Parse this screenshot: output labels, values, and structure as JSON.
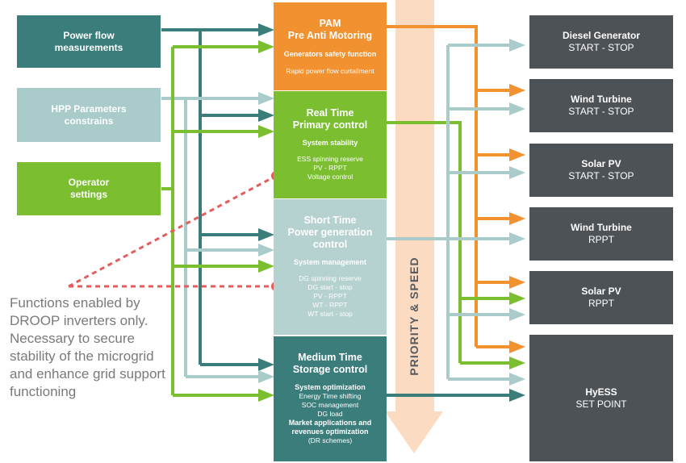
{
  "inputs": {
    "power_flow": "Power flow\nmeasurements",
    "hpp": "HPP Parameters\nconstrains",
    "operator": "Operator\nsettings"
  },
  "controls": {
    "pam": {
      "title": "PAM\nPre Anti Motoring",
      "sub": "Generators safety function",
      "details": "Rapid power flow curtailment"
    },
    "realtime": {
      "title": "Real Time\nPrimary control",
      "sub": "System stability",
      "details": "ESS spinning reserve\nPV - RPPT\nVoltage control"
    },
    "shorttime": {
      "title": "Short Time\nPower generation\ncontrol",
      "sub": "System management",
      "details": "DG spinning reserve\nDG start - stop\nPV - RPPT\nWT - RPPT\nWT start - stop"
    },
    "mediumtime": {
      "title": "Medium Time\nStorage control",
      "sub": "System optimization",
      "details": "Energy Time shifting\nSOC management\nDG load",
      "sub2": "Market applications and\nrevenues optimization",
      "details2": "(DR schemes)"
    }
  },
  "outputs": {
    "diesel": {
      "title": "Diesel Generator",
      "sub": "START - STOP"
    },
    "wind_ss": {
      "title": "Wind Turbine",
      "sub": "START - STOP"
    },
    "solar_ss": {
      "title": "Solar PV",
      "sub": "START - STOP"
    },
    "wind_rppt": {
      "title": "Wind Turbine",
      "sub": "RPPT"
    },
    "solar_rppt": {
      "title": "Solar PV",
      "sub": "RPPT"
    },
    "hyess": {
      "title": "HyESS",
      "sub": "SET POINT"
    }
  },
  "priority_label": "PRIORITY & SPEED",
  "note": "Functions enabled by DROOP inverters only. Necessary to secure stability of the microgrid and enhance grid support functioning",
  "colors": {
    "teal": "#3a7d7b",
    "light_teal": "#a9cccb",
    "green": "#7bbf31",
    "orange": "#f29130",
    "control_green": "#7bbf31",
    "control_grey": "#b5d1d0",
    "output_grey": "#4d5257",
    "priority_band": "#fbdcc3",
    "droop_marker": "#e45c5c"
  }
}
